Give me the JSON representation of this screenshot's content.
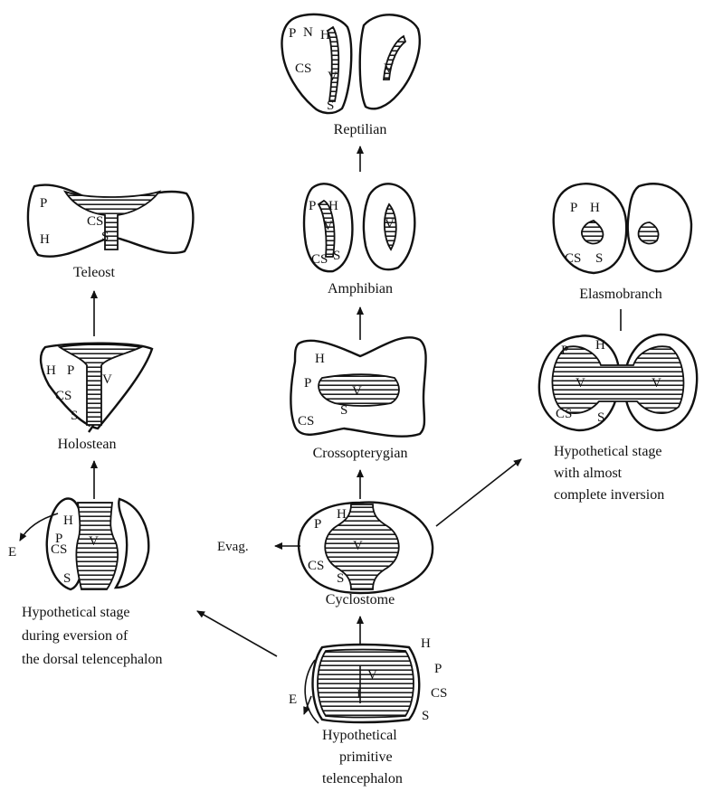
{
  "captions": {
    "reptilian": "Reptilian",
    "amphibian": "Amphibian",
    "teleost": "Teleost",
    "holostean": "Holostean",
    "elasmobranch": "Elasmobranch",
    "crossopterygian": "Crossopterygian",
    "cyclostome": "Cyclostome",
    "hyp_eversion": [
      "Hypothetical stage",
      "during eversion of",
      "the dorsal telencephalon"
    ],
    "hyp_inversion": [
      "Hypothetical stage",
      "with almost",
      "complete inversion"
    ],
    "hyp_primitive": [
      "Hypothetical",
      "primitive",
      "telencephalon"
    ]
  },
  "labels": {
    "P": "P",
    "N": "N",
    "H": "H",
    "CS": "CS",
    "S": "S",
    "V": "V",
    "E": "E",
    "I": "I",
    "evag": "Evag."
  },
  "hatch_color": "#111111"
}
